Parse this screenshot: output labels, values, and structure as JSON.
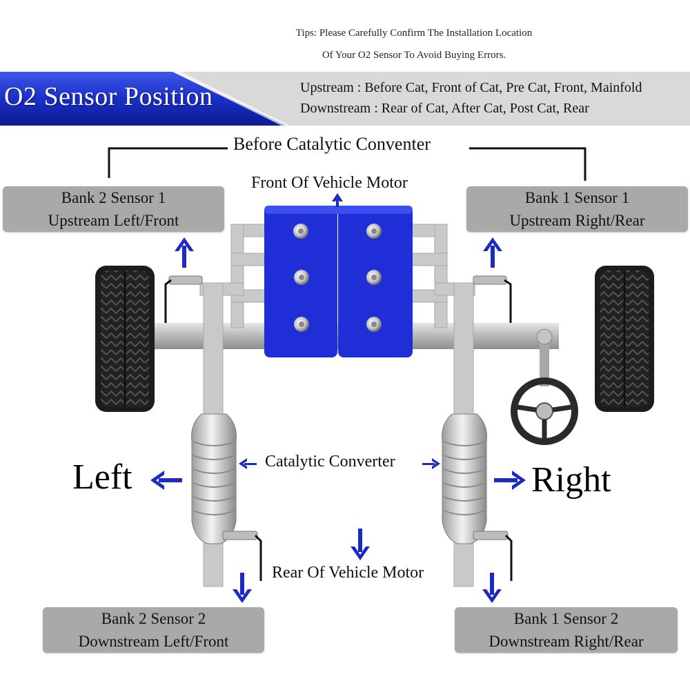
{
  "tips": {
    "line1": "Tips: Please Carefully Confirm The Installation Location",
    "line2": "Of Your O2 Sensor To Avoid Buying Errors."
  },
  "header": {
    "title": "O2 Sensor Position",
    "upstream_line": "Upstream : Before Cat, Front of Cat, Pre Cat, Front, Mainfold",
    "downstream_line": "Downstream : Rear of Cat, After Cat, Post Cat, Rear",
    "accent_color": "#1a2fc9"
  },
  "diagram": {
    "before_cat_label": "Before Catalytic Conventer",
    "front_label": "Front Of Vehicle Motor",
    "rear_label": "Rear Of Vehicle Motor",
    "cat_label": "Catalytic Converter",
    "left_label": "Left",
    "right_label": "Right",
    "engine_color": "#1f2ed6",
    "arrow_color": "#1b2bc2"
  },
  "sensors": {
    "b2s1": {
      "line1": "Bank 2 Sensor 1",
      "line2": "Upstream Left/Front"
    },
    "b1s1": {
      "line1": "Bank 1 Sensor 1",
      "line2": "Upstream Right/Rear"
    },
    "b2s2": {
      "line1": "Bank 2 Sensor 2",
      "line2": "Downstream Left/Front"
    },
    "b1s2": {
      "line1": "Bank 1 Sensor 2",
      "line2": "Downstream Right/Rear"
    }
  }
}
